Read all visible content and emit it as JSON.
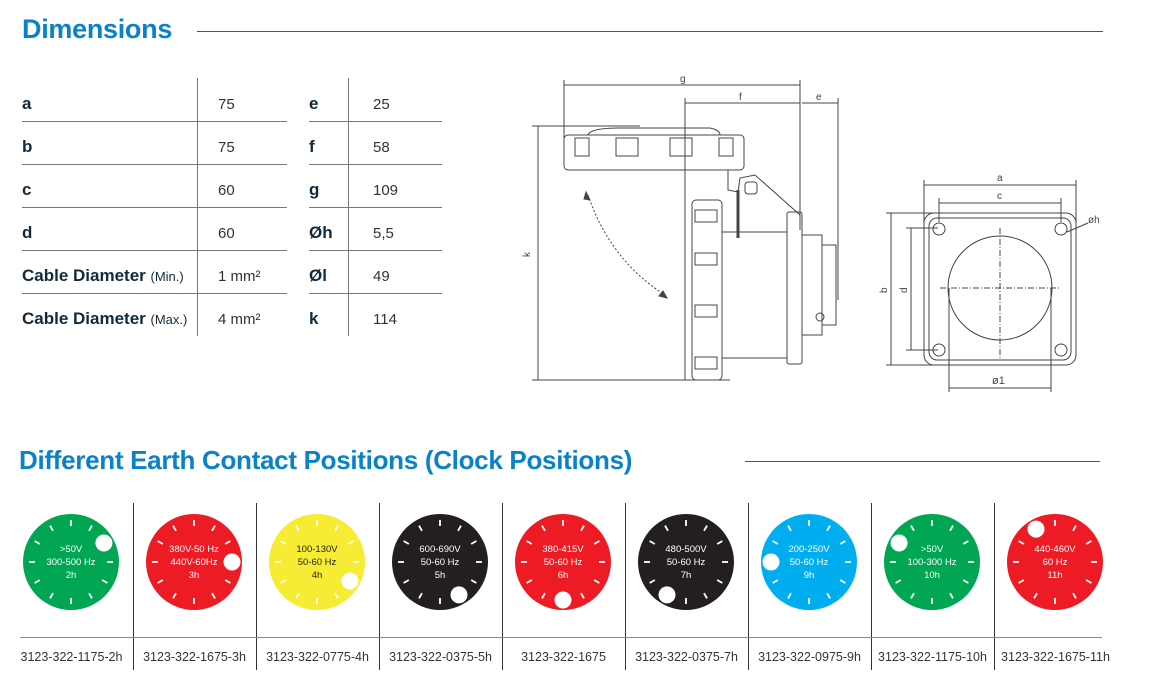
{
  "dimensions": {
    "title": "Dimensions",
    "left_rows": [
      {
        "label": "a",
        "suffix": "",
        "value": "75"
      },
      {
        "label": "b",
        "suffix": "",
        "value": "75"
      },
      {
        "label": "c",
        "suffix": "",
        "value": "60"
      },
      {
        "label": "d",
        "suffix": "",
        "value": "60"
      },
      {
        "label": "Cable Diameter",
        "suffix": "(Min.)",
        "value": "1 mm²"
      },
      {
        "label": "Cable Diameter",
        "suffix": "(Max.)",
        "value": "4 mm²"
      }
    ],
    "right_rows": [
      {
        "label": "e",
        "value": "25"
      },
      {
        "label": "f",
        "value": "58"
      },
      {
        "label": "g",
        "value": "109"
      },
      {
        "label": "Øh",
        "value": "5,5"
      },
      {
        "label": "Øl",
        "value": "49"
      },
      {
        "label": "k",
        "value": "114"
      }
    ],
    "drawing_labels": {
      "side": {
        "g": "g",
        "f": "f",
        "e": "e",
        "k": "k"
      },
      "front": {
        "a": "a",
        "c": "c",
        "b": "b",
        "d": "d",
        "h": "øh",
        "l": "ø1"
      }
    }
  },
  "earth_contacts": {
    "title": "Different Earth Contact Positions (Clock Positions)",
    "items": [
      {
        "lines": [
          ">50V",
          "300-500 Hz",
          "2h"
        ],
        "hour": 2,
        "color": "#00a651",
        "text_color": "#ffffff",
        "code": "3123-322-1175-2h"
      },
      {
        "lines": [
          "380V-50 Hz",
          "440V-60Hz",
          "3h"
        ],
        "hour": 3,
        "color": "#ed1c24",
        "text_color": "#ffffff",
        "code": "3123-322-1675-3h"
      },
      {
        "lines": [
          "100-130V",
          "50-60 Hz",
          "4h"
        ],
        "hour": 4,
        "color": "#f5ec33",
        "text_color": "#222222",
        "code": "3123-322-0775-4h"
      },
      {
        "lines": [
          "600-690V",
          "50-60 Hz",
          "5h"
        ],
        "hour": 5,
        "color": "#231f20",
        "text_color": "#ffffff",
        "code": "3123-322-0375-5h"
      },
      {
        "lines": [
          "380-415V",
          "50-60 Hz",
          "6h"
        ],
        "hour": 6,
        "color": "#ed1c24",
        "text_color": "#ffffff",
        "code": "3123-322-1675"
      },
      {
        "lines": [
          "480-500V",
          "50-60 Hz",
          "7h"
        ],
        "hour": 7,
        "color": "#231f20",
        "text_color": "#ffffff",
        "code": "3123-322-0375-7h"
      },
      {
        "lines": [
          "200-250V",
          "50-60 Hz",
          "9h"
        ],
        "hour": 9,
        "color": "#00aeef",
        "text_color": "#ffffff",
        "code": "3123-322-0975-9h"
      },
      {
        "lines": [
          ">50V",
          "100-300 Hz",
          "10h"
        ],
        "hour": 10,
        "color": "#00a651",
        "text_color": "#ffffff",
        "code": "3123-322-1175-10h"
      },
      {
        "lines": [
          "440-460V",
          "60 Hz",
          "11h"
        ],
        "hour": 11,
        "color": "#ed1c24",
        "text_color": "#ffffff",
        "code": "3123-322-1675-11h"
      }
    ]
  }
}
